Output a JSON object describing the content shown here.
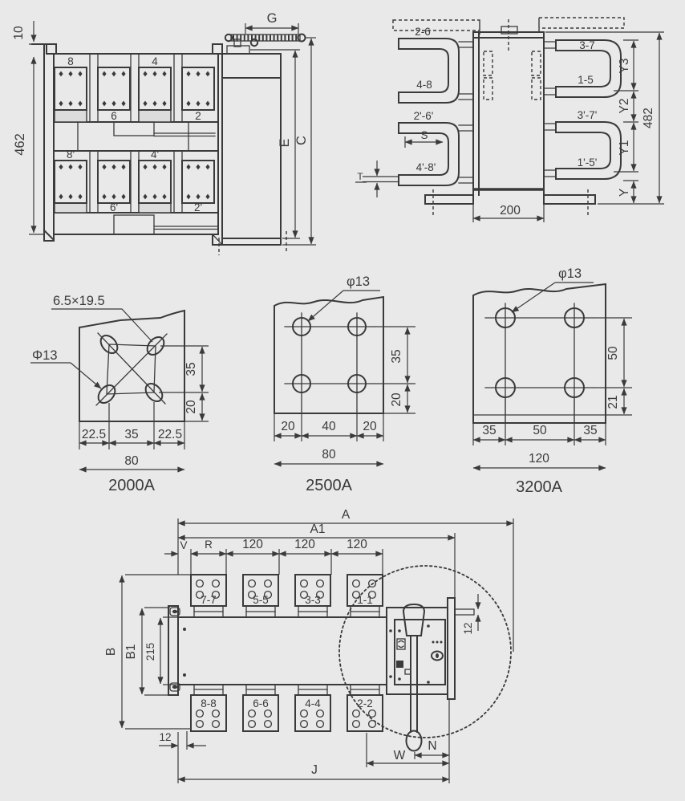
{
  "colors": {
    "background": "#e9e9e9",
    "line": "#3a3a3a"
  },
  "front_view": {
    "label_10": "10",
    "label_462": "462",
    "label_g": "G",
    "label_e": "E",
    "label_c": "C",
    "terminals_top": [
      "8",
      "6",
      "4",
      "2"
    ],
    "terminals_bottom": [
      "8'",
      "6'",
      "4'",
      "2'"
    ]
  },
  "side_view": {
    "terminals_left": [
      "2-6",
      "4-8",
      "2'-6'",
      "4'-8'"
    ],
    "terminals_right": [
      "3-7",
      "1-5",
      "3'-7'",
      "1'-5'"
    ],
    "label_s": "S",
    "label_t": "T",
    "label_y3": "Y3",
    "label_y2": "Y2",
    "label_y1": "Y1",
    "label_y": "Y",
    "label_482": "482",
    "label_200": "200"
  },
  "patterns": [
    {
      "title": "2000A",
      "slot": "6.5×19.5",
      "hole": "Φ13",
      "right": [
        "35",
        "20"
      ],
      "bottom": [
        "22.5",
        "35",
        "22.5"
      ],
      "overall": "80"
    },
    {
      "title": "2500A",
      "hole": "φ13",
      "right": [
        "35",
        "20"
      ],
      "bottom": [
        "20",
        "40",
        "20"
      ],
      "overall": "80"
    },
    {
      "title": "3200A",
      "hole": "φ13",
      "right": [
        "50",
        "21"
      ],
      "bottom": [
        "35",
        "50",
        "35"
      ],
      "overall": "120"
    }
  ],
  "top_view": {
    "label_a": "A",
    "label_a1": "A1",
    "label_v": "V",
    "label_r": "R",
    "pitch": "120",
    "label_b": "B",
    "label_b1": "B1",
    "label_215": "215",
    "label_12_left": "12",
    "label_12_tab": "12",
    "label_j": "J",
    "label_w": "W",
    "label_n": "N",
    "terminals_top": [
      "7-7",
      "5-5",
      "3-3",
      "1-1"
    ],
    "terminals_bottom": [
      "8-8",
      "6-6",
      "4-4",
      "2-2"
    ]
  }
}
